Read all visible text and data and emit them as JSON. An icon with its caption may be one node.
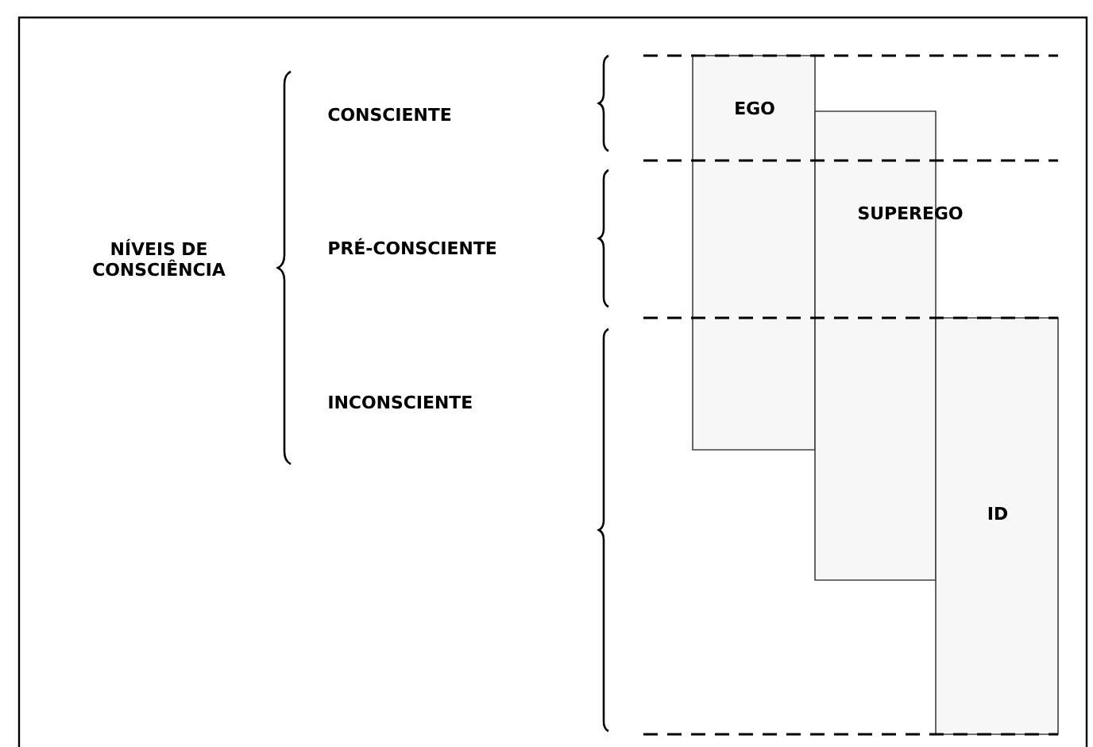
{
  "diagram": {
    "nodes": [
      {
        "text": [
          "EGO"
        ]
      },
      {
        "text": [
          "SUPEREGO"
        ]
      },
      {
        "text": [
          "ID"
        ]
      }
    ],
    "labels": [
      "NÍVEIS DE CONSCIÊNCIA",
      "CONSCIENTE",
      "PRÉ-CONSCIENTE",
      "INCONSCIENTE"
    ]
  }
}
